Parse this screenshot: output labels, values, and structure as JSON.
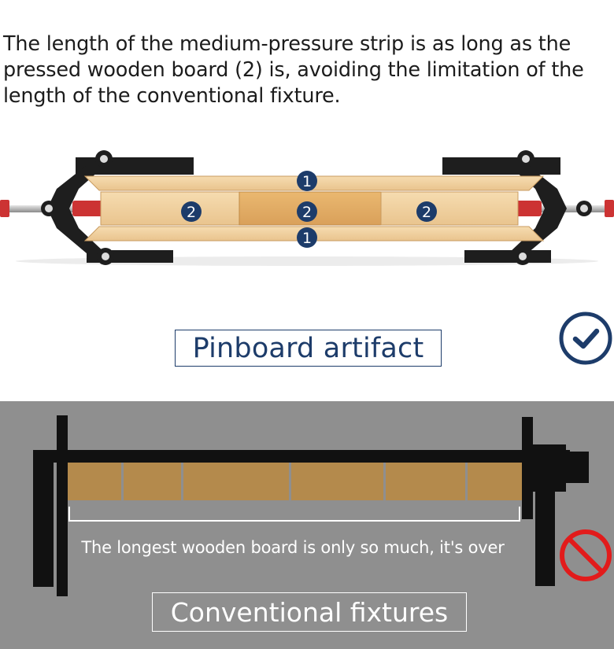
{
  "headline": "The length of the medium-pressure strip is as long as the\npressed wooden board (2) is, avoiding the limitation of the\n length of the conventional fixture.",
  "markers": {
    "strip_top": "1",
    "strip_bottom": "1",
    "board_left": "2",
    "board_center": "2",
    "board_right": "2"
  },
  "pinboard_label": "Pinboard artifact",
  "caption": "The longest wooden board is only so much, it's over",
  "conventional_label": "Conventional fixtures",
  "icons": {
    "approved": "check-circle-icon",
    "rejected": "prohibited-icon"
  },
  "colors": {
    "navy": "#1d3c6a",
    "wood_light": "#f0cf9f",
    "wood_dark": "#e3b26a",
    "handle_red": "#cc3333",
    "prohibit_red": "#e21b1b",
    "gray_background": "#8f8f8f",
    "diagram_board": "#b48a4c"
  }
}
